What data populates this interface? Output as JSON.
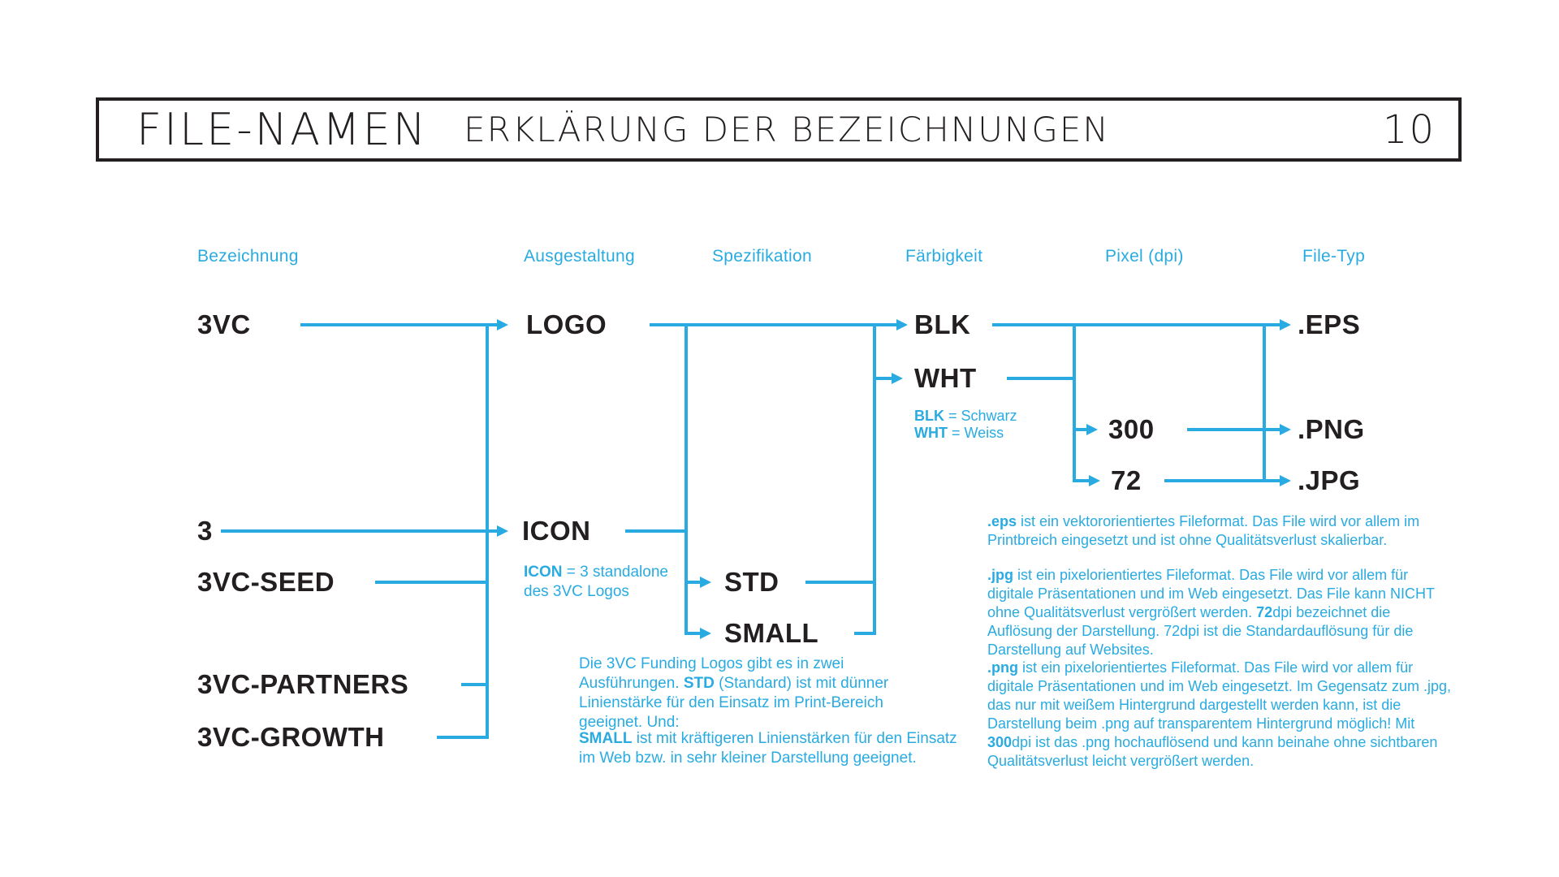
{
  "header": {
    "title": "FILE-NAMEN",
    "subtitle": "ERKLÄRUNG DER BEZEICHNUNGEN",
    "page_number": "10"
  },
  "colors": {
    "accent": "#29ABE2",
    "text": "#231F20"
  },
  "columns": [
    "Bezeichnung",
    "Ausgestaltung",
    "Spezifikation",
    "Färbigkeit",
    "Pixel (dpi)",
    "File-Typ"
  ],
  "labels": {
    "vc3": "3VC",
    "n3": "3",
    "seed": "3VC-SEED",
    "partners": "3VC-PARTNERS",
    "growth": "3VC-GROWTH",
    "logo": "LOGO",
    "icon": "ICON",
    "std": "STD",
    "small": "SMALL",
    "blk": "BLK",
    "wht": "WHT",
    "dpi300": "300",
    "dpi72": "72",
    "eps": ".EPS",
    "png": ".PNG",
    "jpg": ".JPG"
  },
  "notes": {
    "icon": {
      "term": "ICON",
      "text": " = 3 standalone\ndes 3VC Logos"
    },
    "colorkey": {
      "line1_term": "BLK",
      "line1_text": " = Schwarz",
      "line2_term": "WHT",
      "line2_text": " = Weiss"
    },
    "std": {
      "lead": "Die 3VC Funding Logos gibt es in zwei Ausführungen. ",
      "term": "STD",
      "text": " (Standard) ist mit dünner Linienstärke für den Einsatz im Print-Bereich geeignet. Und:"
    },
    "small": {
      "term": "SMALL",
      "text": " ist mit kräftigeren Linienstärken für den Einsatz im Web bzw. in sehr kleiner Darstellung geeignet."
    },
    "eps": {
      "term": ".eps",
      "text": " ist ein vektororientiertes Fileformat. Das File wird vor allem im Printbreich eingesetzt und ist ohne Qualitätsverlust skalierbar."
    },
    "jpg": {
      "term": ".jpg",
      "t1": " ist ein pixelorientiertes Fileformat. Das File wird vor allem für digitale Präsentationen und im Web eingesetzt. Das File kann NICHT ohne Qualitätsverlust vergrößert werden. ",
      "term2": "72",
      "t2": "dpi bezeichnet die Auflösung der Darstellung. 72dpi ist die Standardauflösung für die Darstellung auf Websites."
    },
    "png": {
      "term": ".png",
      "t1": " ist ein pixelorientiertes Fileformat. Das File wird vor allem für digitale Präsentationen und im Web eingesetzt. Im Gegensatz zum .jpg, das nur mit weißem Hintergrund dargestellt werden kann, ist die Darstellung beim .png auf transparentem Hintergrund möglich! Mit ",
      "term2": "300",
      "t2": "dpi ist das .png hochauflösend und kann beinahe ohne sichtbaren Qualitätsverlust leicht vergrößert werden."
    }
  }
}
